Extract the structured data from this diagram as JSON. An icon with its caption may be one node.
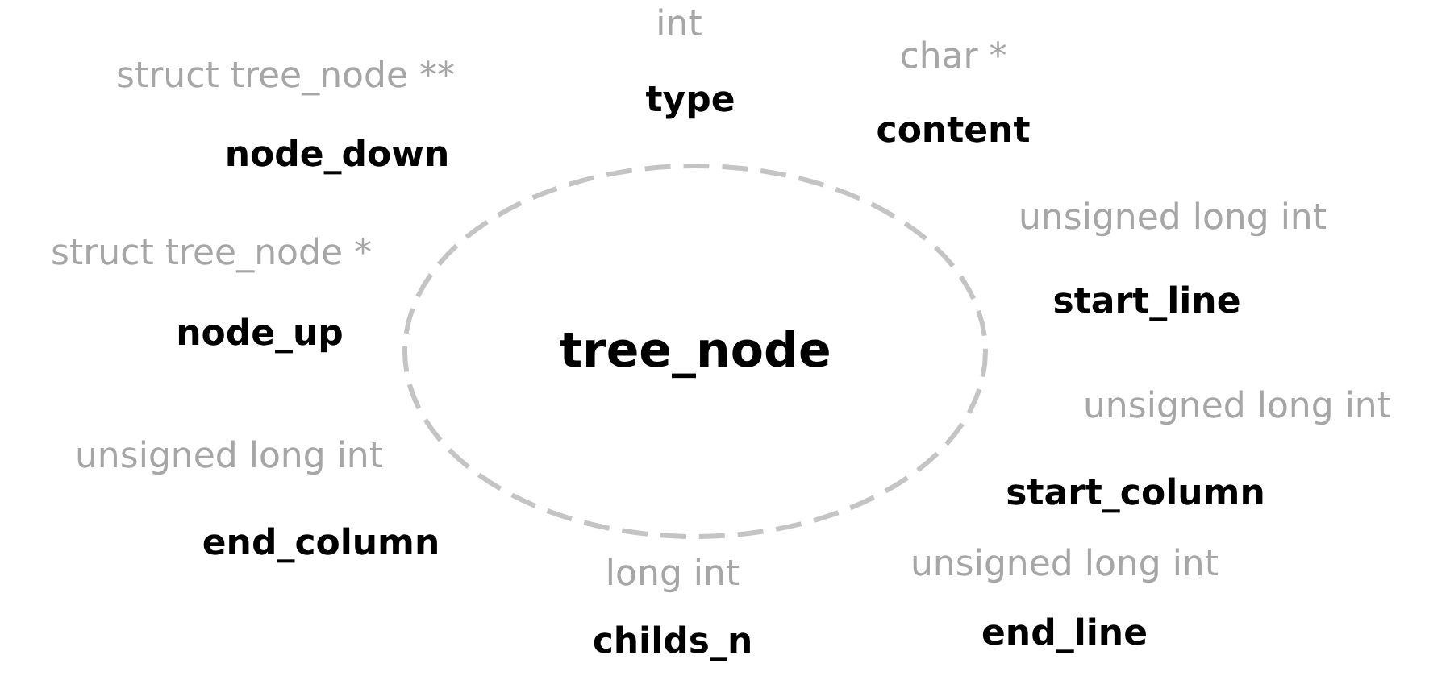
{
  "diagram": {
    "nodes": [
      {
        "text": [
          "tree_node"
        ]
      }
    ],
    "labels": [
      "int",
      "char *",
      "struct tree_node **",
      "type",
      "content",
      "node_down",
      "unsigned long int",
      "struct tree_node *",
      "start_line",
      "node_up",
      "unsigned long int",
      "unsigned long int",
      "start_column",
      "end_column",
      "unsigned long int",
      "long int",
      "end_line",
      "childs_n"
    ]
  }
}
